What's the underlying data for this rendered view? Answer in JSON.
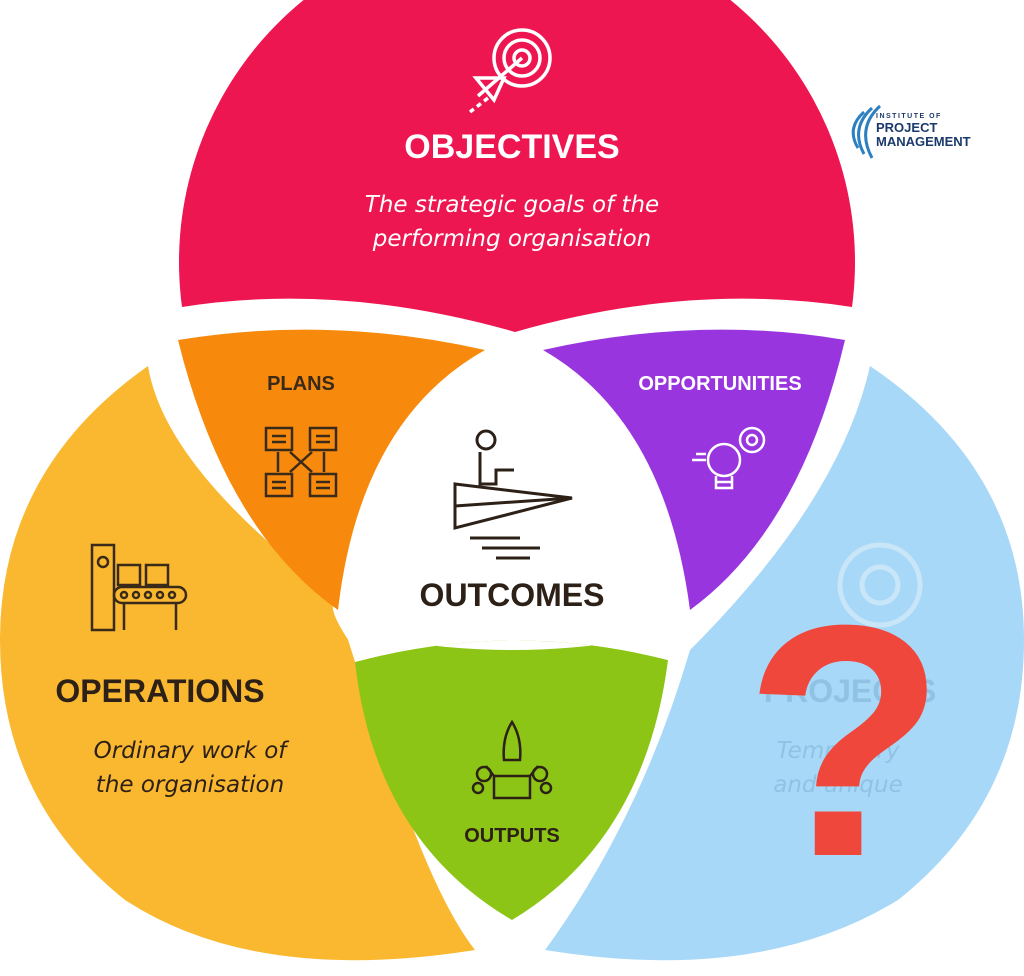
{
  "objectives": {
    "title": "OBJECTIVES",
    "line1": "The strategic goals of the",
    "line2": "performing organisation",
    "color": "#ED1650"
  },
  "operations": {
    "title": "OPERATIONS",
    "line1": "Ordinary work of",
    "line2": "the organisation",
    "color": "#F9B82F"
  },
  "projects": {
    "title": "PROJECTS",
    "line1": "Temporary",
    "line2": "and unique",
    "color": "#A8D8F7"
  },
  "plans": {
    "title": "PLANS",
    "color": "#F7890C"
  },
  "opportunities": {
    "title": "OPPORTUNITIES",
    "color": "#9935DF"
  },
  "outputs": {
    "title": "OUTPUTS",
    "color": "#8CC515"
  },
  "outcomes": {
    "title": "OUTCOMES"
  },
  "question": {
    "mark": "?",
    "color": "#F0473C"
  },
  "logo": {
    "line1": "INSTITUTE OF",
    "line2": "PROJECT",
    "line3": "MANAGEMENT",
    "color": "#1B3A6B"
  }
}
